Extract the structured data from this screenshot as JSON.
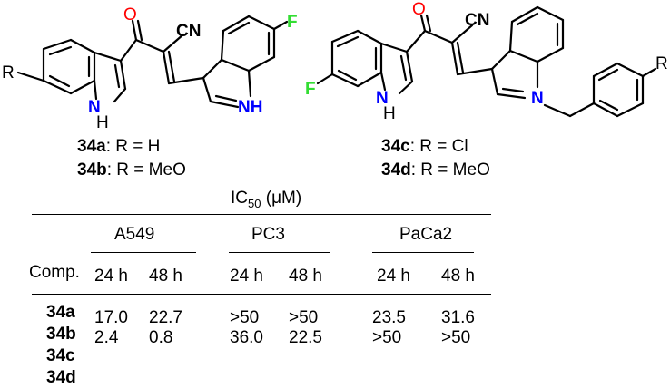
{
  "compounds_left": [
    {
      "id": "34a",
      "r_text": ": R = H"
    },
    {
      "id": "34b",
      "r_text": ": R = MeO"
    }
  ],
  "compounds_right": [
    {
      "id": "34c",
      "r_text": ": R = Cl"
    },
    {
      "id": "34d",
      "r_text": ": R = MeO"
    }
  ],
  "atoms": {
    "oxygen": "O",
    "cyano": "CN",
    "fluorine": "F",
    "nh": "NH",
    "n": "N",
    "h": "H",
    "r": "R"
  },
  "colors": {
    "oxygen": "#ff0000",
    "nitrogen": "#0000ff",
    "fluorine": "#33dd33"
  },
  "table": {
    "title_main": "IC",
    "title_sub": "50",
    "title_unit": " (μM)",
    "cell_lines": [
      "A549",
      "PC3",
      "PaCa2"
    ],
    "comp_header": "Comp.",
    "times": [
      "24 h",
      "48 h",
      "24 h",
      "48 h",
      "24 h",
      "48 h"
    ],
    "compounds": [
      "34a",
      "34b",
      "34c",
      "34d"
    ],
    "rows": [
      [
        "17.0",
        "22.7",
        ">50",
        ">50",
        "23.5",
        "31.6"
      ],
      [
        "2.4",
        "0.8",
        "36.0",
        "22.5",
        ">50",
        ">50"
      ],
      [
        "",
        "",
        "",
        "",
        "",
        ""
      ],
      [
        "",
        "",
        "",
        "",
        "",
        ""
      ]
    ]
  }
}
